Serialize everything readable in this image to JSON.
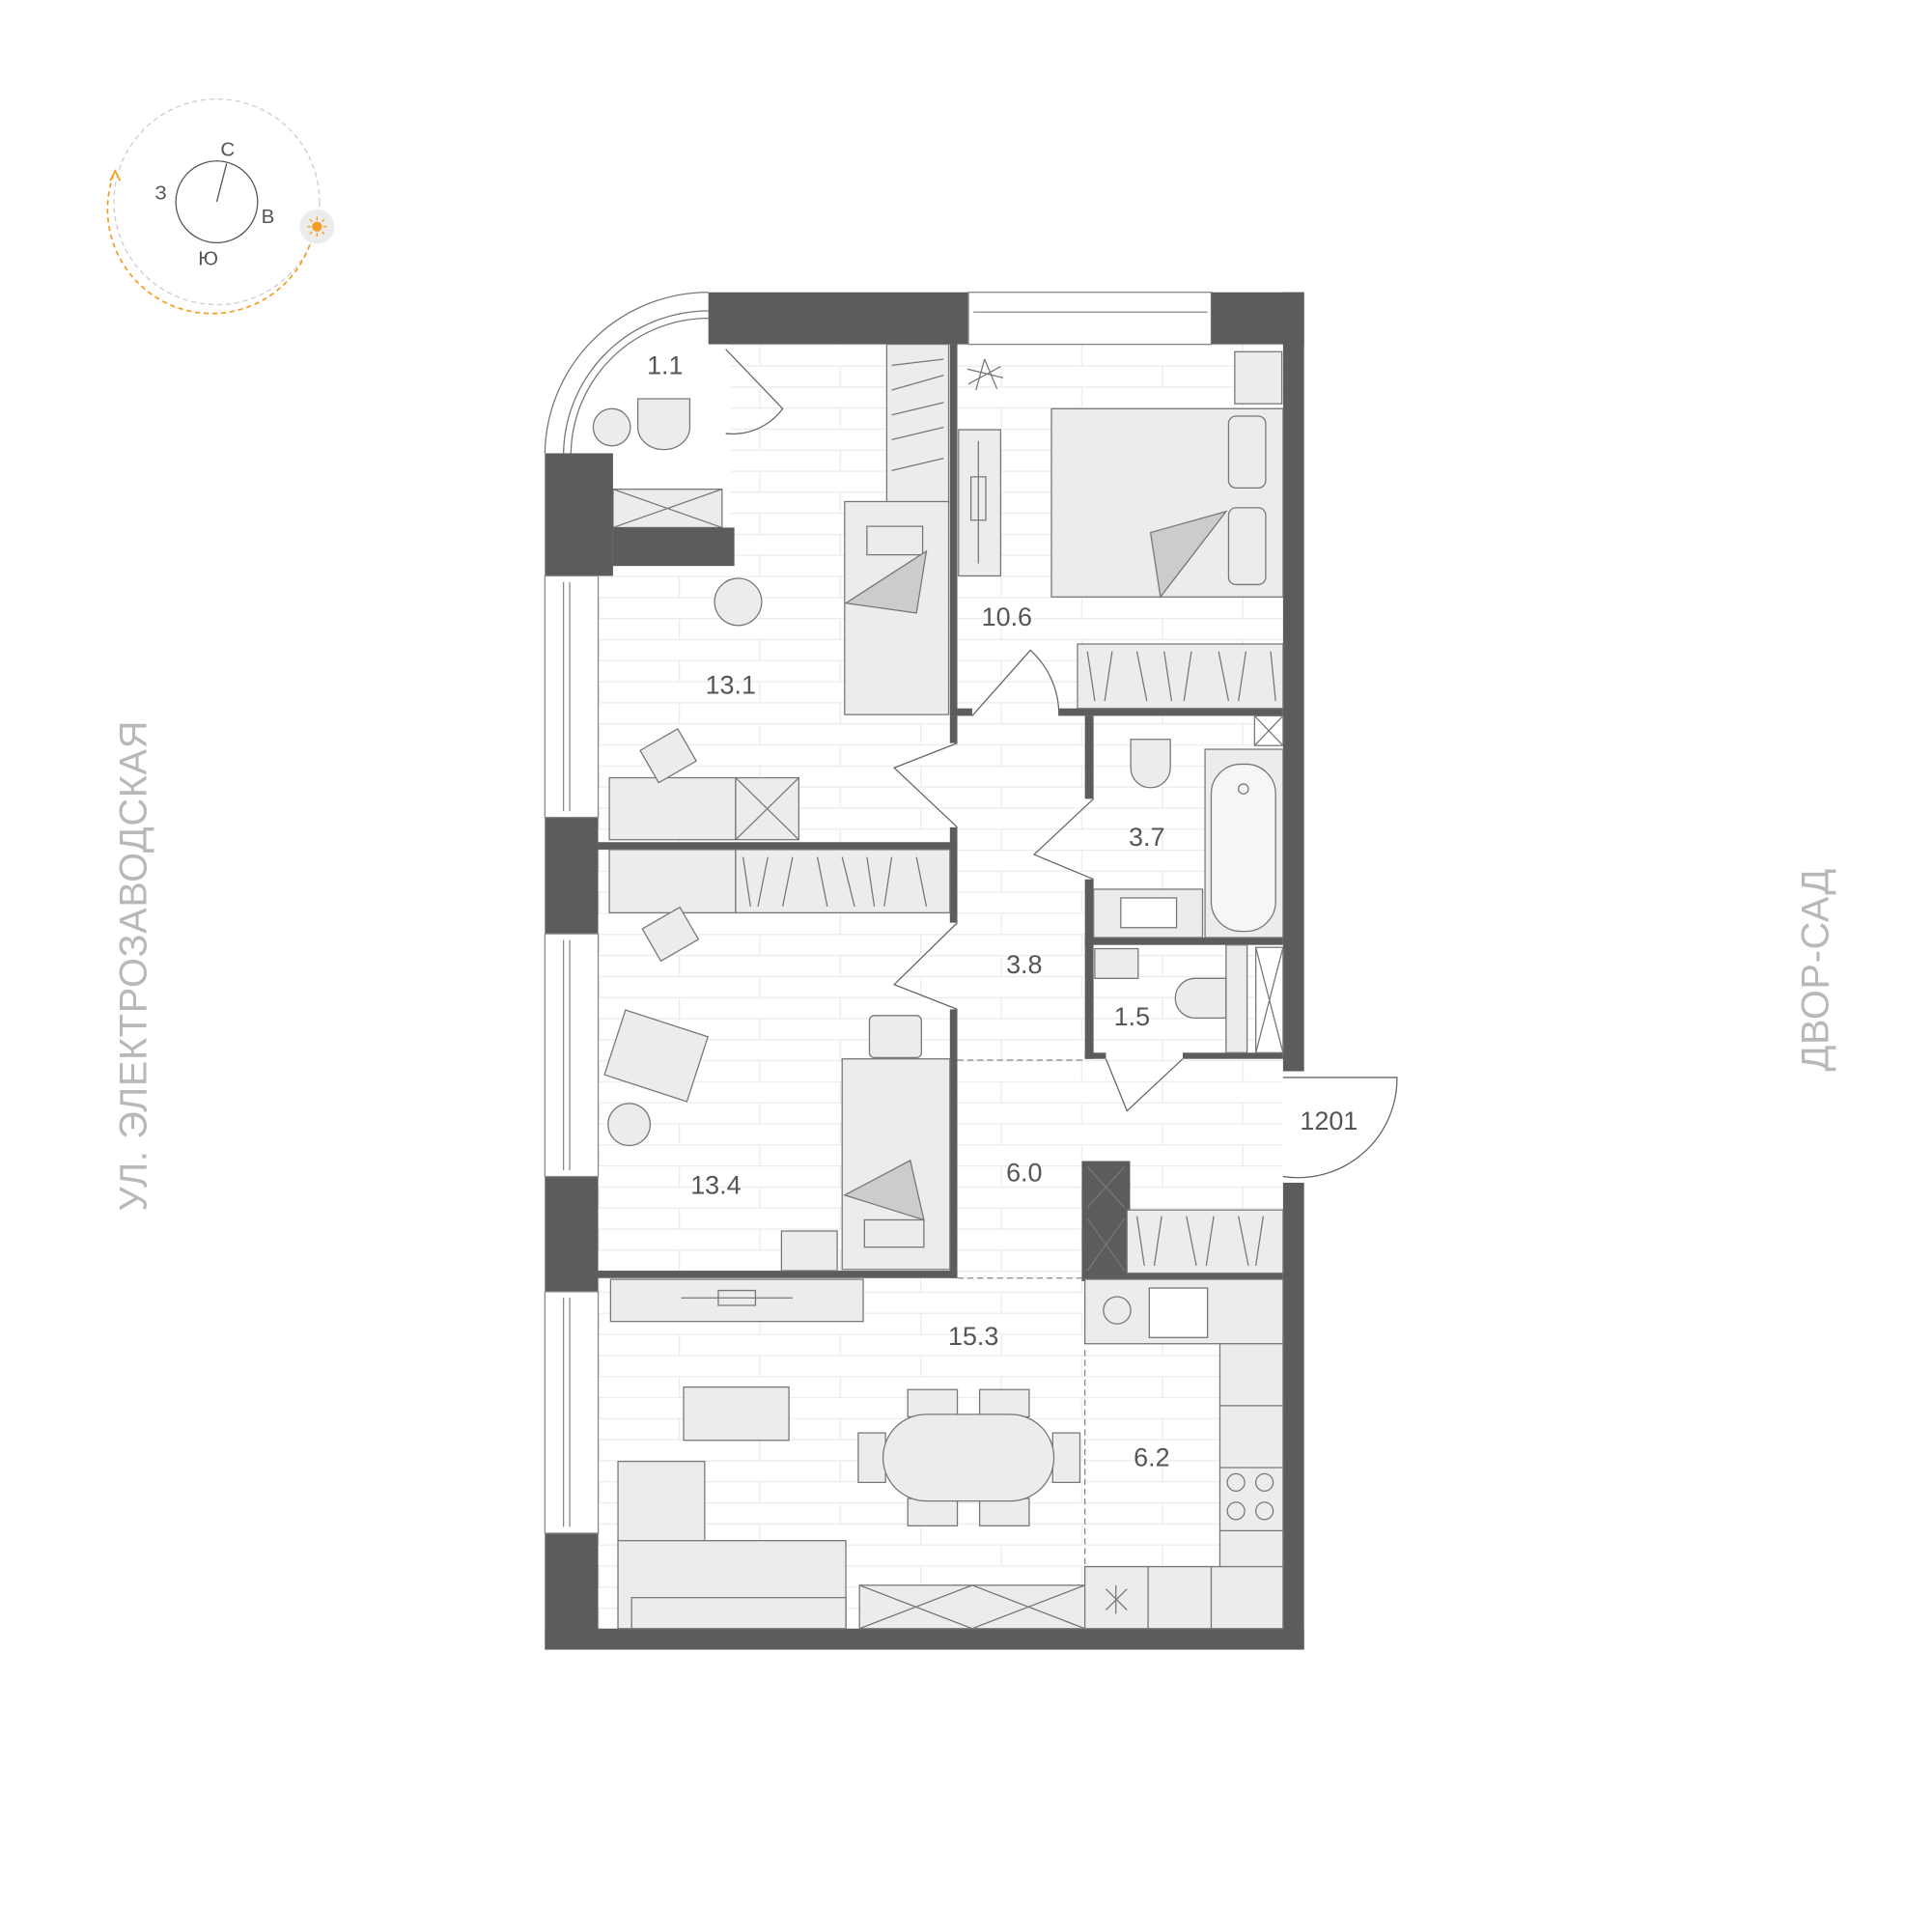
{
  "compass": {
    "north": "С",
    "west": "З",
    "east": "В",
    "south": "Ю",
    "sun_icon": "sun-icon"
  },
  "streets": {
    "left": "УЛ. ЭЛЕКТРОЗАВОДСКАЯ",
    "right": "ДВОР-САД"
  },
  "apartment_number": "1201",
  "rooms": {
    "balcony": "1.1",
    "bedroom_master": "10.6",
    "bedroom_1": "13.1",
    "bathroom": "3.7",
    "corridor_1": "3.8",
    "wc": "1.5",
    "hall": "6.0",
    "bedroom_2": "13.4",
    "living": "15.3",
    "kitchen": "6.2"
  },
  "colors": {
    "wall": "#5c5c5c",
    "sun": "#f39c1f",
    "floor_line": "#ebebeb",
    "street_text": "#b8b8b8"
  }
}
